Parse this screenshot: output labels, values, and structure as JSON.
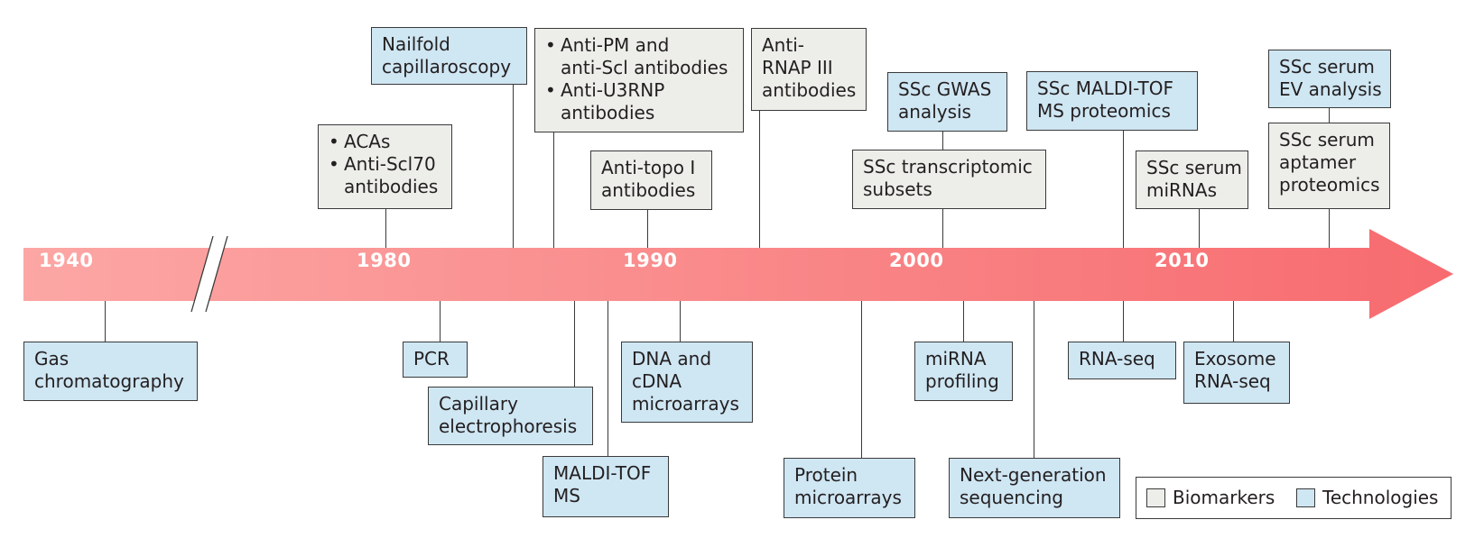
{
  "colors": {
    "biomarker_fill": "#ededea",
    "technology_fill": "#cfe6f3",
    "arrow_start": "#fca7a5",
    "arrow_end": "#f76b6f",
    "outline": "#3a3a3a"
  },
  "years": [
    "1940",
    "1980",
    "1990",
    "2000",
    "2010"
  ],
  "biomarkers": {
    "acas": {
      "lines": [
        "ACAs",
        "Anti-Scl70",
        "antibodies"
      ]
    },
    "anti_pm": {
      "lines": [
        "Anti-PM and",
        "anti-Scl antibodies",
        "Anti-U3RNP",
        "antibodies"
      ]
    },
    "anti_topo": {
      "lines": [
        "Anti-topo I",
        "antibodies"
      ]
    },
    "anti_rnap": {
      "lines": [
        "Anti-",
        "RNAP III",
        "antibodies"
      ]
    },
    "ssc_transcriptomic": {
      "lines": [
        "SSc transcriptomic",
        "subsets"
      ]
    },
    "ssc_serum_mirnas": {
      "lines": [
        "SSc serum",
        "miRNAs"
      ]
    },
    "ssc_serum_aptamer": {
      "lines": [
        "SSc serum",
        "aptamer",
        "proteomics"
      ]
    }
  },
  "technologies": {
    "nailfold": {
      "lines": [
        "Nailfold",
        "capillaroscopy"
      ]
    },
    "ssc_gwas": {
      "lines": [
        "SSc GWAS",
        "analysis"
      ]
    },
    "ssc_maldi": {
      "lines": [
        "SSc MALDI-TOF",
        "MS proteomics"
      ]
    },
    "ssc_ev": {
      "lines": [
        "SSc serum",
        "EV analysis"
      ]
    },
    "gas_chrom": {
      "lines": [
        "Gas",
        "chromatography"
      ]
    },
    "pcr": {
      "lines": [
        "PCR"
      ]
    },
    "capillary_electro": {
      "lines": [
        "Capillary",
        "electrophoresis"
      ]
    },
    "maldi_tof_ms": {
      "lines": [
        "MALDI-TOF",
        "MS"
      ]
    },
    "dna_microarrays": {
      "lines": [
        "DNA and",
        "cDNA",
        "microarrays"
      ]
    },
    "protein_microarrays": {
      "lines": [
        "Protein",
        "microarrays"
      ]
    },
    "mirna_profiling": {
      "lines": [
        "miRNA",
        "profiling"
      ]
    },
    "ngs": {
      "lines": [
        "Next-generation",
        "sequencing"
      ]
    },
    "rna_seq": {
      "lines": [
        "RNA-seq"
      ]
    },
    "exosome_rna_seq": {
      "lines": [
        "Exosome",
        "RNA-seq"
      ]
    }
  },
  "legend": {
    "biomarkers_label": "Biomarkers",
    "technologies_label": "Technologies"
  }
}
